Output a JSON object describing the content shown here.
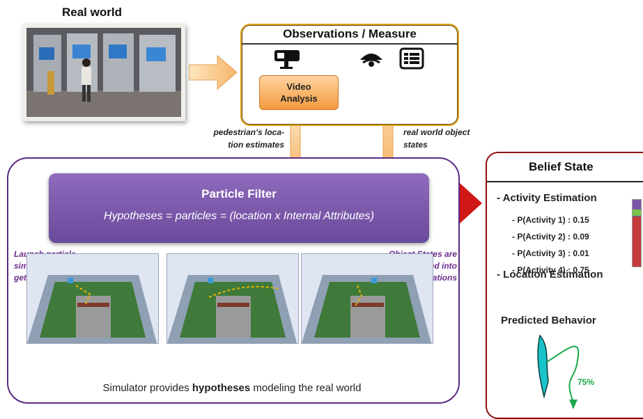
{
  "real_world": {
    "title": "Real world"
  },
  "observations": {
    "title": "Observations / Measure",
    "video_line1": "Video",
    "video_line2": "Analysis",
    "icons": [
      "camera-icon",
      "sensor-icon",
      "document-list-icon"
    ]
  },
  "labels": {
    "pedestrian_1": "pedestrian's loca-",
    "pedestrian_2": "tion estimates",
    "realobj_1": "real world object",
    "realobj_2": "states"
  },
  "particle_filter": {
    "title": "Particle Filter",
    "subtitle": "Hypotheses = particles = (location x Internal Attributes)"
  },
  "side_labels": {
    "left_1": "Launch particle",
    "left_2": "simulations and",
    "left_3": "get results",
    "right_1": "Object States are",
    "right_2": "fed into",
    "right_3": "simulations"
  },
  "footer": {
    "pre": "Simulator provides ",
    "bold": "hypotheses",
    "post": " modeling the real world"
  },
  "belief_state": {
    "title": "Belief State",
    "activity_heading": "- Activity Estimation",
    "probs": [
      "- P(Activity 1) : 0.15",
      "- P(Activity 2) : 0.09",
      "- P(Activity 3) : 0.01",
      "- P(Activity 4) : 0.75"
    ],
    "location_heading": "- Location Estimation",
    "predicted_heading": "Predicted Behavior",
    "predicted_percent": "75%",
    "bar_values": [
      0.15,
      0.09,
      0.01,
      0.75
    ],
    "bar_colors": [
      "#7a55a8",
      "#7cc24c",
      "#3a6fb3",
      "#c23c3c"
    ]
  }
}
